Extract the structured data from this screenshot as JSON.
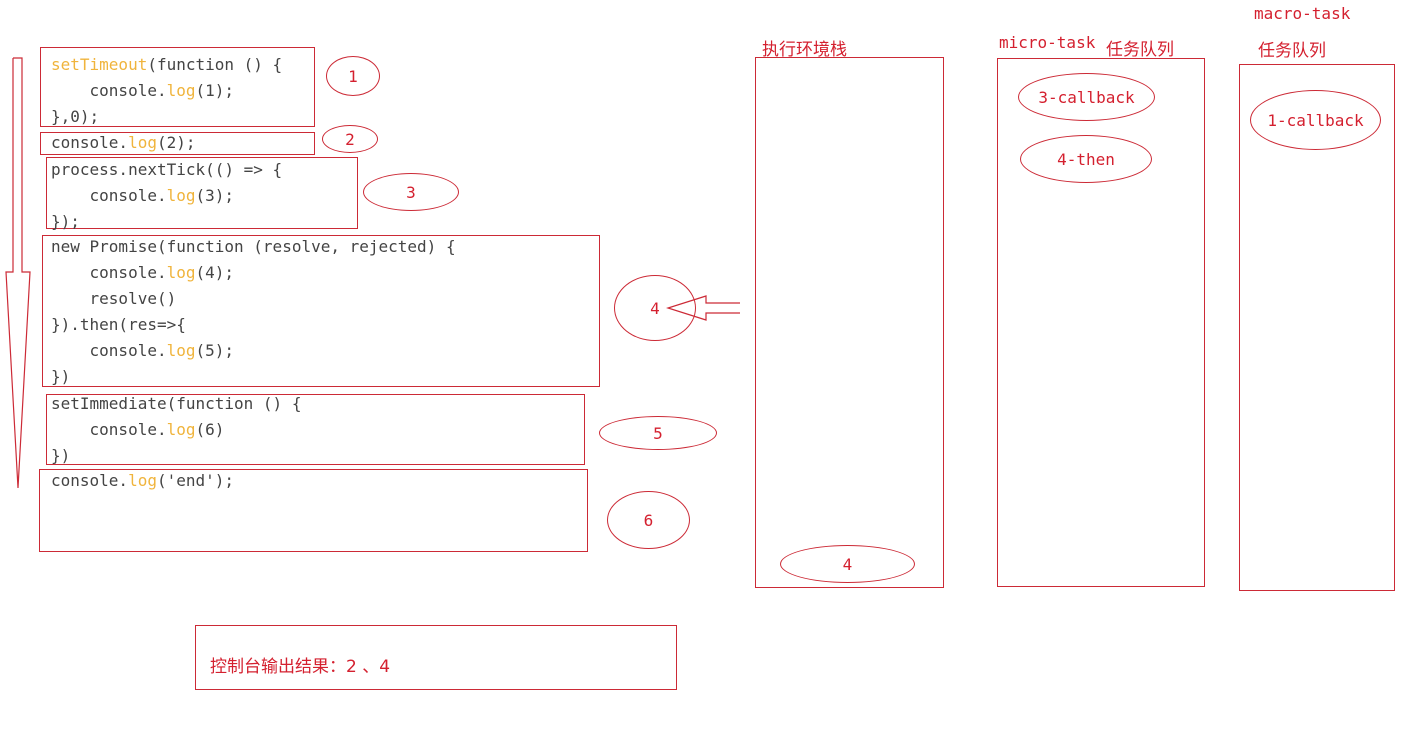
{
  "code_blocks": [
    {
      "id": 1,
      "lines": [
        [
          {
            "t": "setTimeout",
            "kw": true
          },
          {
            "t": "(function () {"
          }
        ],
        [
          {
            "t": "    console."
          },
          {
            "t": "log",
            "kw": true
          },
          {
            "t": "(1);"
          }
        ],
        [
          {
            "t": "},0);"
          }
        ]
      ]
    },
    {
      "id": 2,
      "lines": [
        [
          {
            "t": "console."
          },
          {
            "t": "log",
            "kw": true
          },
          {
            "t": "(2);"
          }
        ]
      ]
    },
    {
      "id": 3,
      "lines": [
        [
          {
            "t": "process.nextTick(() => {"
          }
        ],
        [
          {
            "t": "    console."
          },
          {
            "t": "log",
            "kw": true
          },
          {
            "t": "(3);"
          }
        ],
        [
          {
            "t": "});"
          }
        ]
      ]
    },
    {
      "id": 4,
      "lines": [
        [
          {
            "t": "new Promise(function (resolve, rejected) {"
          }
        ],
        [
          {
            "t": "    console."
          },
          {
            "t": "log",
            "kw": true
          },
          {
            "t": "(4);"
          }
        ],
        [
          {
            "t": "    resolve()"
          }
        ],
        [
          {
            "t": "}).then(res=>{"
          }
        ],
        [
          {
            "t": "    console."
          },
          {
            "t": "log",
            "kw": true
          },
          {
            "t": "(5);"
          }
        ],
        [
          {
            "t": "})"
          }
        ]
      ]
    },
    {
      "id": 5,
      "lines": [
        [
          {
            "t": "setImmediate(function () {"
          }
        ],
        [
          {
            "t": "    console."
          },
          {
            "t": "log",
            "kw": true
          },
          {
            "t": "(6)"
          }
        ],
        [
          {
            "t": "})"
          }
        ]
      ]
    },
    {
      "id": 6,
      "lines": [
        [
          {
            "t": "console."
          },
          {
            "t": "log",
            "kw": true
          },
          {
            "t": "('end');"
          }
        ]
      ]
    }
  ],
  "step_markers": [
    "1",
    "2",
    "3",
    "4",
    "5",
    "6"
  ],
  "stack": {
    "title": "执行环境栈",
    "item": "4"
  },
  "micro": {
    "title_en": "micro-task",
    "title_cn": "任务队列",
    "items": [
      "3-callback",
      "4-then"
    ]
  },
  "macro": {
    "title_en": "macro-task",
    "title_cn": "任务队列",
    "items": [
      "1-callback"
    ]
  },
  "console_output": "控制台输出结果：2 、4",
  "colors": {
    "annotation": "#d4202f",
    "keyword": "#f0b43c",
    "code": "#444444"
  }
}
